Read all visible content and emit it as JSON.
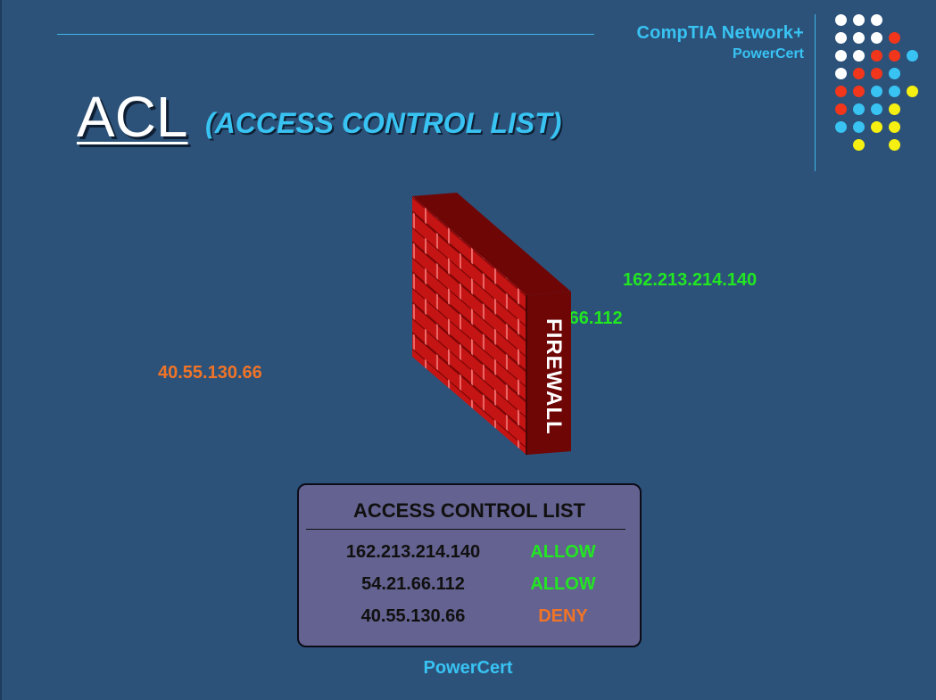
{
  "brand": {
    "line1": "CompTIA Network+",
    "line2": "PowerCert"
  },
  "slide": {
    "title": "ACL",
    "subtitle": "(ACCESS CONTROL LIST)"
  },
  "diagram": {
    "firewall_label": "FIREWALL",
    "ip_labels": [
      {
        "text": "162.213.214.140",
        "color": "#22e622"
      },
      {
        "text": "54.21.66.112",
        "color": "#22e622"
      },
      {
        "text": "40.55.130.66",
        "color": "#f07428"
      }
    ]
  },
  "acl_table": {
    "title": "ACCESS CONTROL LIST",
    "rows": [
      {
        "ip": "162.213.214.140",
        "action": "ALLOW",
        "color": "#22e622"
      },
      {
        "ip": "54.21.66.112",
        "action": "ALLOW",
        "color": "#22e622"
      },
      {
        "ip": "40.55.130.66",
        "action": "DENY",
        "color": "#f07428"
      }
    ]
  },
  "footer": {
    "text": "PowerCert"
  },
  "colors": {
    "background": "#2c5279",
    "accent": "#38c3f3",
    "allow": "#22e622",
    "deny": "#f07428",
    "brick": "#c41414",
    "box": "#646290"
  },
  "decor": {
    "dot_colors": [
      "#ffffff",
      "#f2361b",
      "#38c3f3",
      "#f5f011"
    ]
  }
}
